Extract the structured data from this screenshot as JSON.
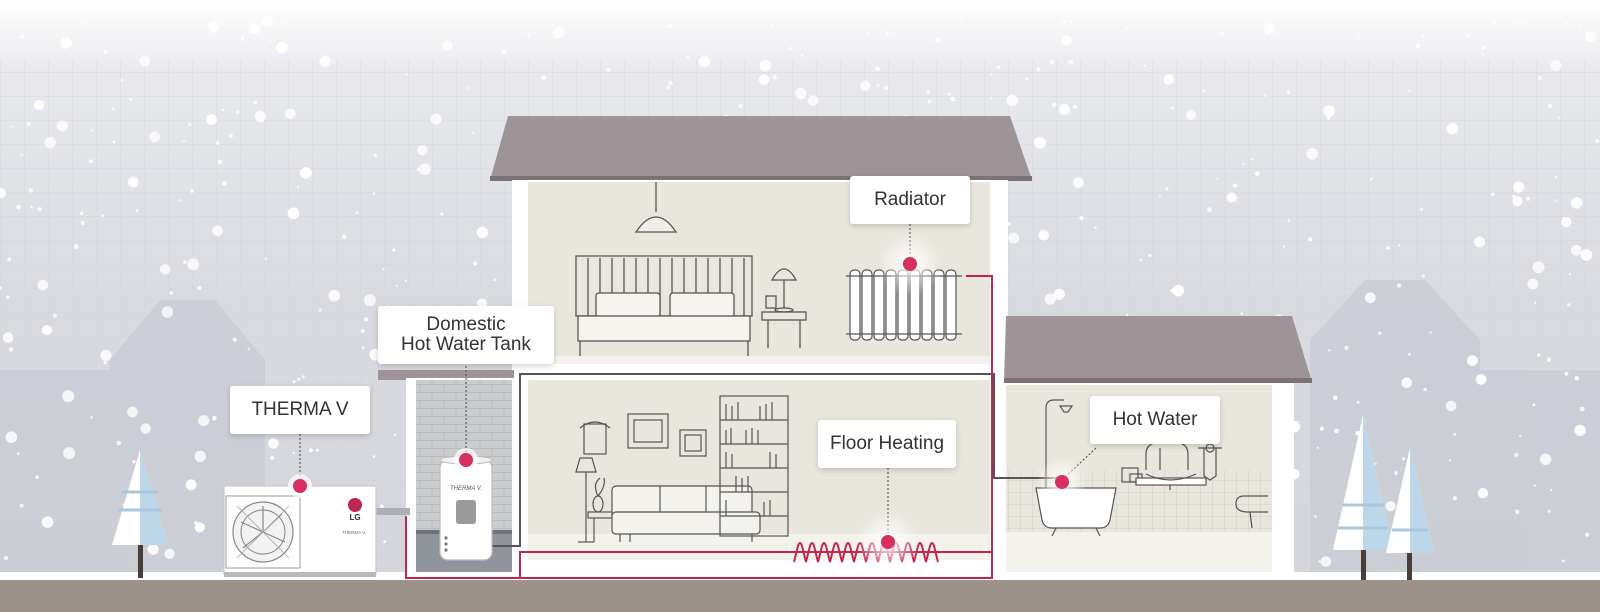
{
  "labels": {
    "therma_v": "THERMA V",
    "domestic_tank_line1": "Domestic",
    "domestic_tank_line2": "Hot Water Tank",
    "radiator": "Radiator",
    "floor_heating": "Floor Heating",
    "hot_water": "Hot Water"
  },
  "device_text": {
    "lg_logo": "LG",
    "outdoor_unit_brand": "THERMA V.",
    "tank_brand": "THERMA V."
  },
  "colors": {
    "sky_top": "#ffffff",
    "sky": "#d8dae0",
    "roof": "#9e9396",
    "wall_interior": "#e9e6dd",
    "pipe_flow": "#c0264f",
    "pipe_return": "#555555",
    "hotspot": "#d6315e",
    "ground": "#9c9289"
  }
}
